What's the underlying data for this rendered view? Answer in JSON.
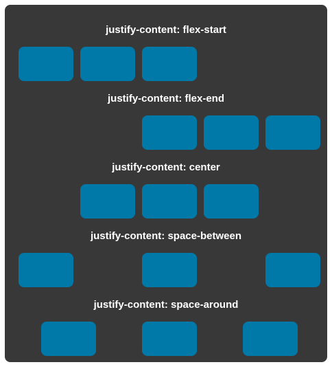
{
  "colors": {
    "panel_background": "#383838",
    "box_color": "#0079a8",
    "title_color": "#ffffff"
  },
  "demos": [
    {
      "label": "justify-content: flex-start",
      "boxes": 3
    },
    {
      "label": "justify-content: flex-end",
      "boxes": 3
    },
    {
      "label": "justify-content: center",
      "boxes": 3
    },
    {
      "label": "justify-content: space-between",
      "boxes": 3
    },
    {
      "label": "justify-content: space-around",
      "boxes": 3
    }
  ]
}
